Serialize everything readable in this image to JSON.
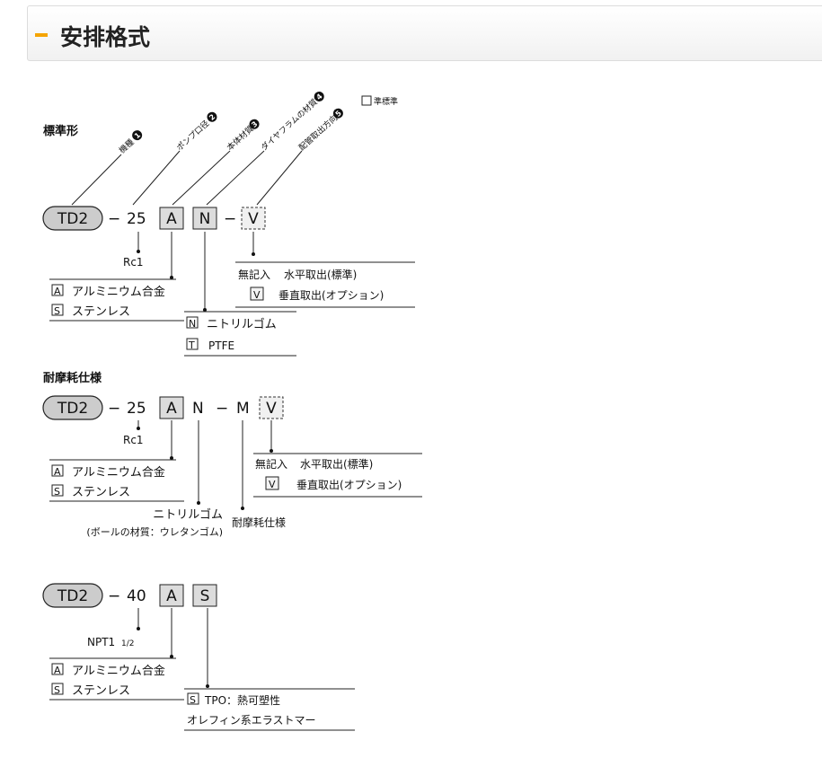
{
  "header": {
    "title": "安排格式"
  },
  "legend": {
    "label": "準標準"
  },
  "standard": {
    "title": "標準形",
    "callouts": [
      {
        "label": "機種",
        "num": "1"
      },
      {
        "label": "ポンプ口径",
        "num": "2"
      },
      {
        "label": "本体材質",
        "num": "3"
      },
      {
        "label": "ダイヤフラムの材質",
        "num": "4"
      },
      {
        "label": "配管取出方向",
        "num": "5"
      }
    ],
    "model": "TD2",
    "dash": "−",
    "size": "25",
    "mat_code": "A",
    "diaphragm_code": "N",
    "dir_code": "V",
    "thread": "Rc1",
    "body_options": [
      {
        "code": "A",
        "label": "アルミニウム合金"
      },
      {
        "code": "S",
        "label": "ステンレス"
      }
    ],
    "diaphragm_options": [
      {
        "code": "N",
        "label": "ニトリルゴム"
      },
      {
        "code": "T",
        "label": "PTFE"
      }
    ],
    "direction_options": [
      {
        "code": "無記入",
        "label": "水平取出(標準)"
      },
      {
        "code": "V",
        "label": "垂直取出(オプション)"
      }
    ]
  },
  "wear": {
    "title": "耐摩耗仕様",
    "model": "TD2",
    "dash": "−",
    "size": "25",
    "mat_code": "A",
    "diaphragm_code": "N",
    "dash2": "−",
    "wear_code": "M",
    "dir_code": "V",
    "thread": "Rc1",
    "body_options": [
      {
        "code": "A",
        "label": "アルミニウム合金"
      },
      {
        "code": "S",
        "label": "ステンレス"
      }
    ],
    "diaphragm_label": "ニトリルゴム",
    "diaphragm_note": "(ボールの材質：ウレタンゴム)",
    "wear_label": "耐摩耗仕様",
    "direction_options": [
      {
        "code": "無記入",
        "label": "水平取出(標準)"
      },
      {
        "code": "V",
        "label": "垂直取出(オプション)"
      }
    ]
  },
  "npt": {
    "model": "TD2",
    "dash": "−",
    "size": "40",
    "mat_code": "A",
    "diaphragm_code": "S",
    "thread": "NPT1",
    "thread_frac": "1/2",
    "body_options": [
      {
        "code": "A",
        "label": "アルミニウム合金"
      },
      {
        "code": "S",
        "label": "ステンレス"
      }
    ],
    "diaphragm_code_label": "S",
    "diaphragm_label1": "TPO：熱可塑性",
    "diaphragm_label2": "オレフィン系エラストマー"
  }
}
